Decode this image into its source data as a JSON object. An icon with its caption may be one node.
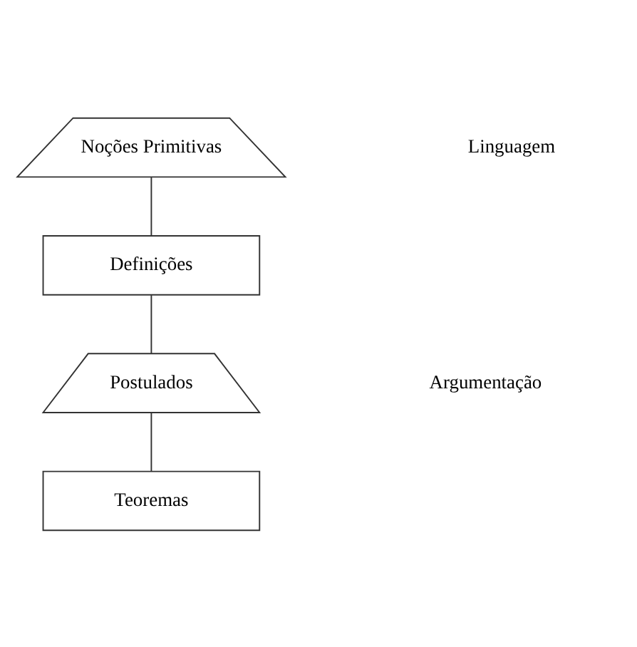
{
  "diagram": {
    "nodes": [
      {
        "text": [
          "Noções Primitivas"
        ]
      },
      {
        "text": [
          "Definições"
        ]
      },
      {
        "text": [
          "Postulados"
        ]
      },
      {
        "text": [
          "Teoremas"
        ]
      }
    ],
    "edges": [
      {
        "from": 0,
        "to": 1,
        "arrow": "none"
      },
      {
        "from": 1,
        "to": 2,
        "arrow": "none"
      },
      {
        "from": 2,
        "to": 3,
        "arrow": "none"
      }
    ],
    "labels": [
      "Linguagem",
      "Argumentação"
    ]
  }
}
